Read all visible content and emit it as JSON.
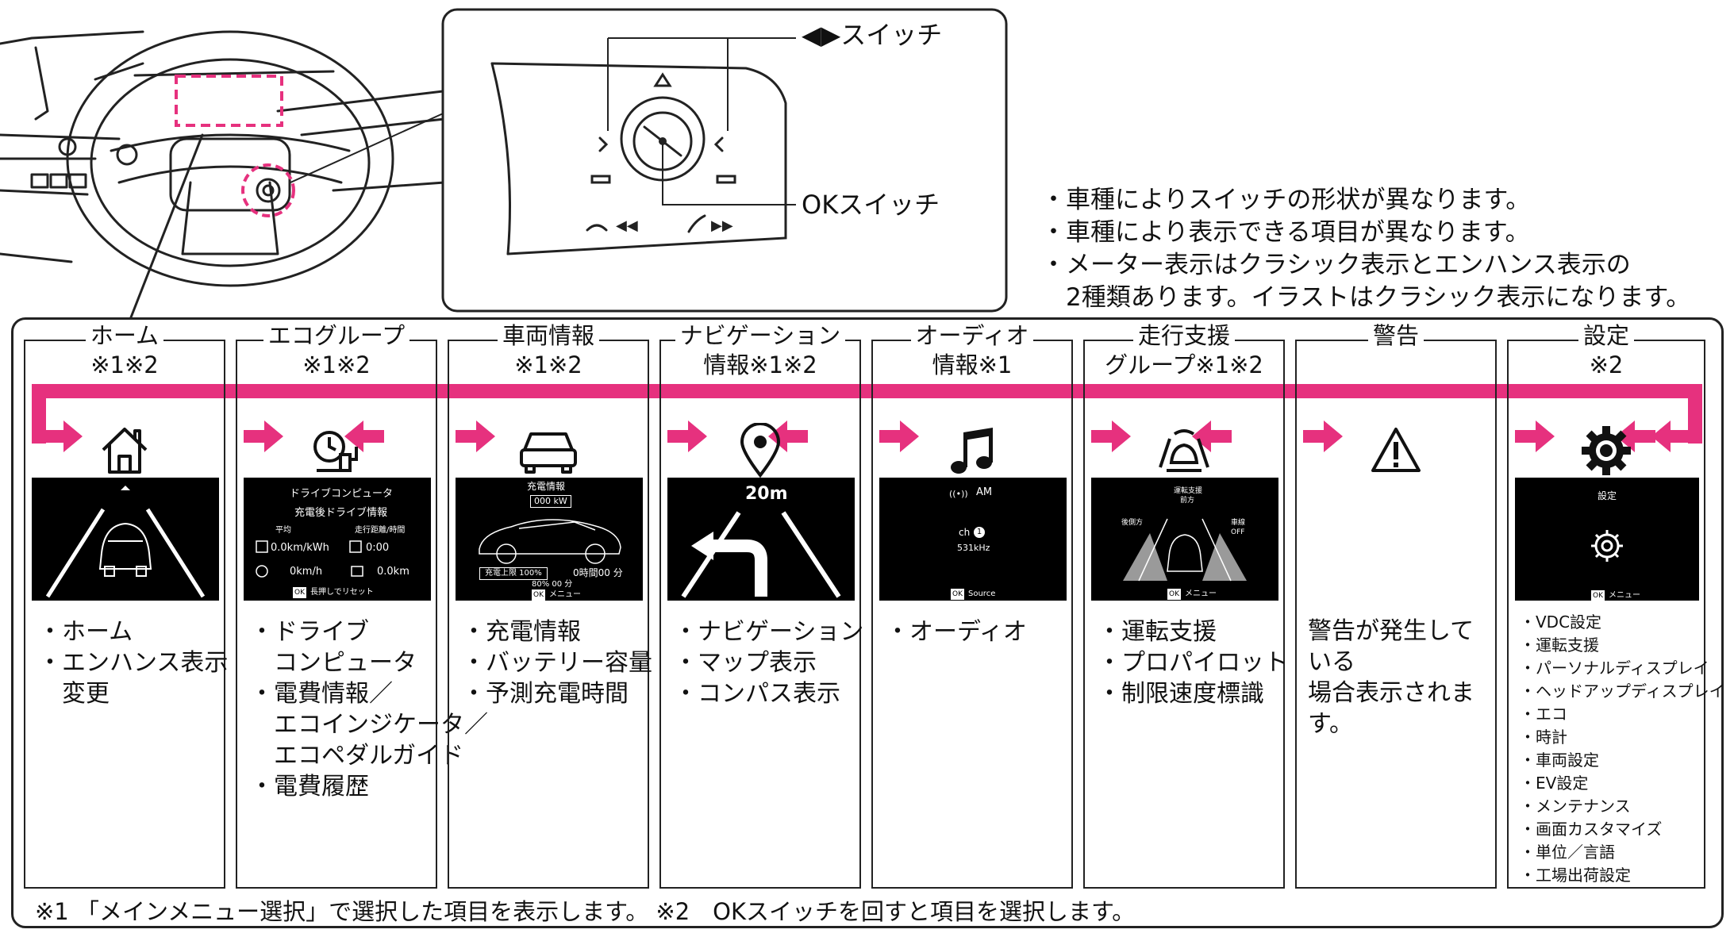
{
  "callouts": {
    "lr_switch": "◀▶スイッチ",
    "ok_switch": "OKスイッチ"
  },
  "notes": [
    "・車種によりスイッチの形状が異なります。",
    "・車種により表示できる項目が異なります。",
    "・メーター表示はクラシック表示とエンハンス表示の",
    "　2種類あります。イラストはクラシック表示になります。"
  ],
  "columns": [
    {
      "title1": "ホーム",
      "title2": "※1※2",
      "icon": "home-icon",
      "items": [
        "・ホーム",
        "・エンハンス表示",
        "変更"
      ]
    },
    {
      "title1": "エコグループ",
      "title2": "※1※2",
      "icon": "eco-charge-icon",
      "items": [
        "・ドライブ",
        "コンピュータ",
        "・電費情報／",
        "エコインジケータ／",
        "エコペダルガイド",
        "・電費履歴"
      ]
    },
    {
      "title1": "車両情報",
      "title2": "※1※2",
      "icon": "car-icon",
      "items": [
        "・充電情報",
        "・バッテリー容量",
        "・予測充電時間"
      ]
    },
    {
      "title1": "ナビゲーション",
      "title2": "情報※1※2",
      "icon": "map-pin-icon",
      "items": [
        "・ナビゲーション",
        "・マップ表示",
        "・コンパス表示"
      ]
    },
    {
      "title1": "オーディオ",
      "title2": "情報※1",
      "icon": "music-note-icon",
      "items": [
        "・オーディオ"
      ]
    },
    {
      "title1": "走行支援",
      "title2": "グループ※1※2",
      "icon": "driving-assist-icon",
      "items": [
        "・運転支援",
        "・プロパイロット",
        "・制限速度標識"
      ]
    },
    {
      "title1": "警告",
      "title2": "",
      "icon": "warning-icon",
      "items": [
        "警告が発生している",
        "場合表示されます。"
      ]
    },
    {
      "title1": "設定",
      "title2": "※2",
      "icon": "gear-icon",
      "items": [
        "・VDC設定",
        "・運転支援",
        "・パーソナルディスプレイ",
        "・ヘッドアップディスプレイ",
        "・エコ",
        "・時計",
        "・車両設定",
        "・EV設定",
        "・メンテナンス",
        "・画面カスタマイズ",
        "・単位／言語",
        "・工場出荷設定"
      ]
    }
  ],
  "screens": {
    "eco": {
      "title": "ドライブコンピュータ",
      "subtitle": "充電後ドライブ情報",
      "avg_label": "平均",
      "dist_time_label": "走行距離/時間",
      "energy": "0.0km/kWh",
      "time": "0:00",
      "speed": "0km/h",
      "distance": "0.0km",
      "reset_hint": "長押しでリセット",
      "ok_badge": "OK"
    },
    "vehicle": {
      "title": "充電情報",
      "power": "000 kW",
      "limit": "充電上限 100%",
      "remaining": "0時間00 分",
      "bottom": "80%  00 分",
      "menu": "メニュー",
      "ok_badge": "OK"
    },
    "nav": {
      "distance": "20m"
    },
    "audio": {
      "band": "AM",
      "channel": "ch",
      "channel_num": "1",
      "freq": "531kHz",
      "source": "Source",
      "ok_badge": "OK"
    },
    "assist": {
      "title": "運転支援",
      "subtitle": "前方",
      "rear_side": "後側方",
      "lane": "車線",
      "off": "OFF",
      "menu": "メニュー",
      "ok_badge": "OK"
    },
    "settings": {
      "title": "設定",
      "menu": "メニュー",
      "ok_badge": "OK"
    }
  },
  "footnote": "※1 「メインメニュー選択」で選択した項目を表示します。 ※2　OKスイッチを回すと項目を選択します。",
  "colors": {
    "accent_arrow": "#e6317e",
    "line": "#222222",
    "screen_bg": "#000000"
  }
}
